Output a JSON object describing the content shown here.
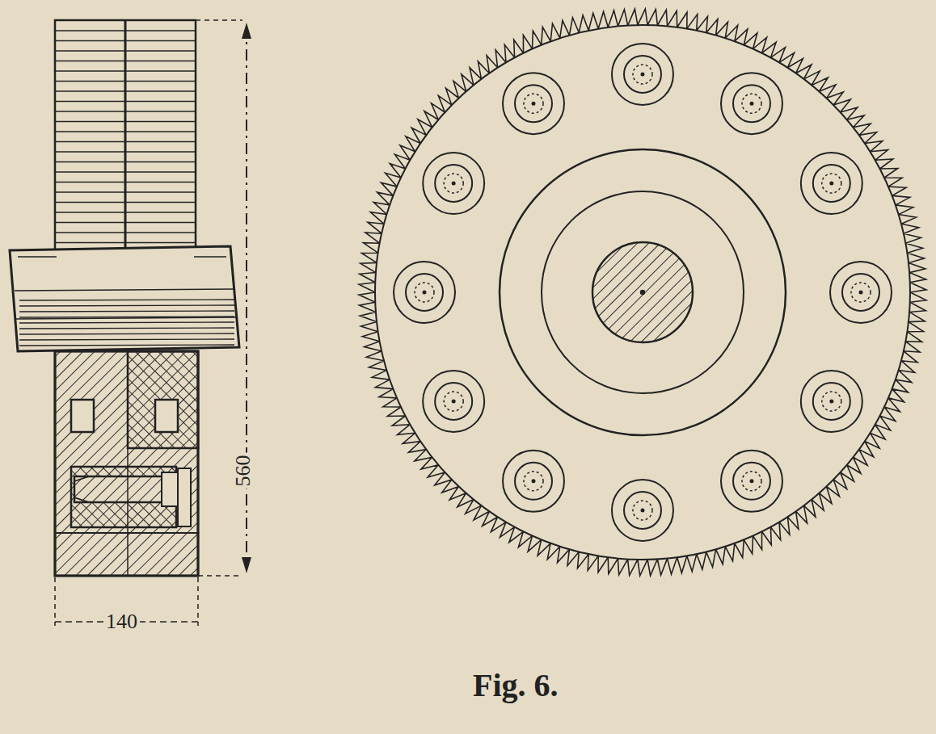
{
  "diagram": {
    "caption": "Fig. 6.",
    "labels": [
      "560",
      "140"
    ]
  }
}
